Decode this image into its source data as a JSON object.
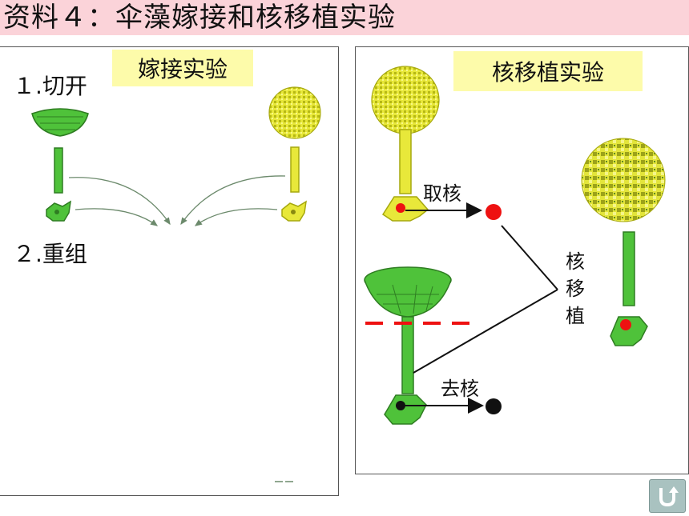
{
  "title": "资料４：伞藻嫁接和核移植实验",
  "graft_panel": {
    "label": "嫁接实验",
    "step1": "１.切开",
    "step2": "２.重组"
  },
  "nuclear_panel": {
    "label": "核移植实验",
    "take_nucleus": "取核",
    "remove_nucleus": "去核",
    "transplant_chars": [
      "核",
      "移",
      "植"
    ]
  },
  "colors": {
    "title_bg": "#fbd3d9",
    "label_bg": "#fdfbaa",
    "green": "#4fc23a",
    "yellow": "#e8e83a",
    "nucleus_red": "#ee1111",
    "cut_line": "#ee1111"
  },
  "icons": {
    "back": "u-turn-arrow-icon"
  }
}
